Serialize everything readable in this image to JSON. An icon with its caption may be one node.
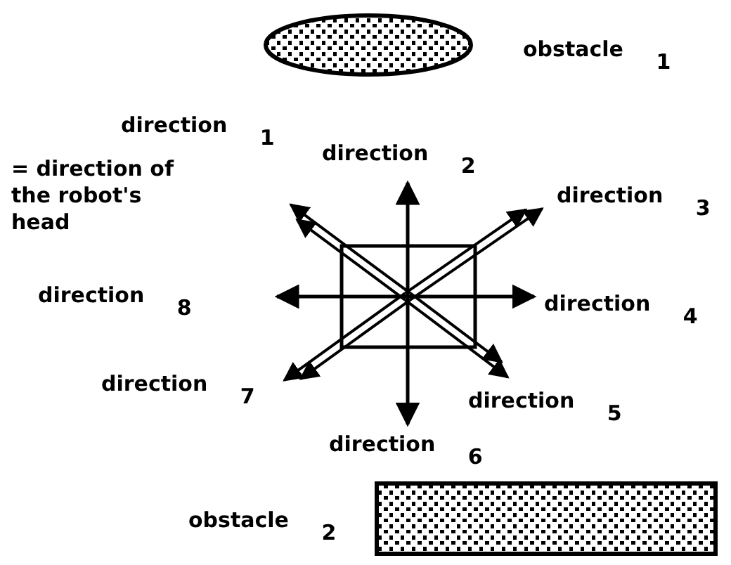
{
  "diagram": {
    "nodes": [
      {
        "text": [],
        "shape": "ellipse",
        "beside": [
          "obstacle 1"
        ]
      },
      {
        "text": [],
        "shape": "box"
      },
      {
        "text": [],
        "shape": "box",
        "beside": [
          "obstacle 2"
        ]
      }
    ],
    "edges": [],
    "labels": [
      "direction 1",
      "= direction of the robot's head",
      "direction 2",
      "direction 3",
      "direction 8",
      "direction 4",
      "direction 7",
      "direction 5",
      "direction 6"
    ]
  }
}
